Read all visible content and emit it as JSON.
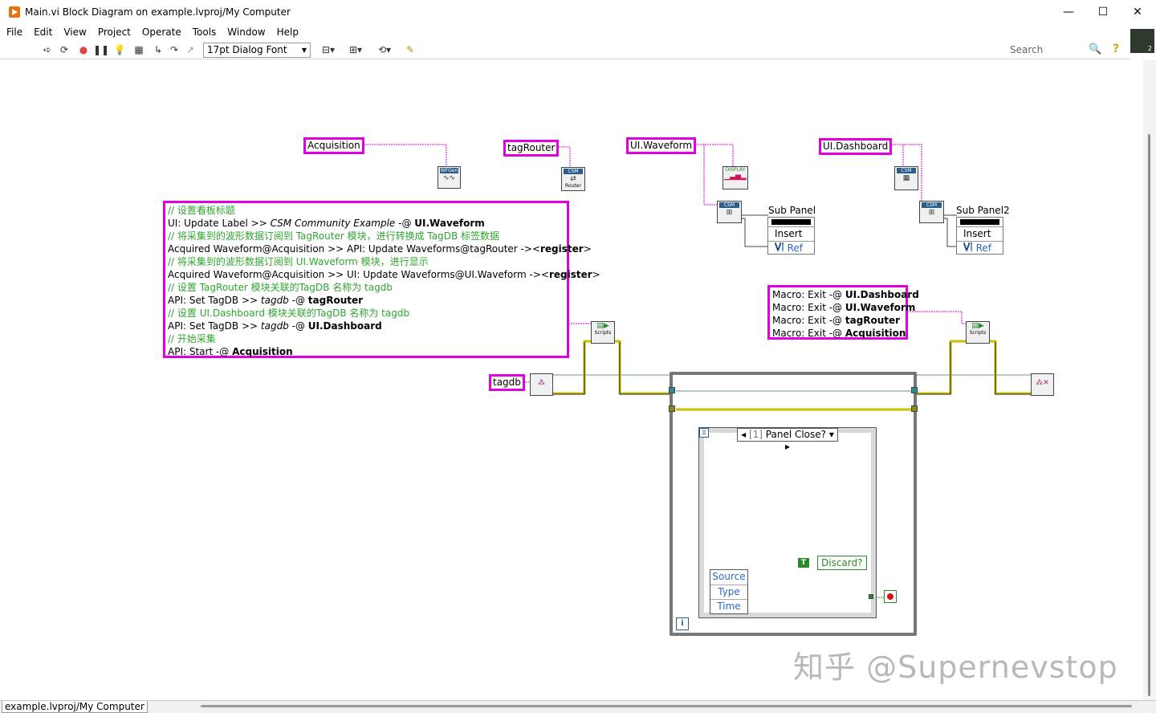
{
  "window": {
    "title": "Main.vi Block Diagram on example.lvproj/My Computer",
    "minimize": "—",
    "maximize": "☐",
    "close": "✕"
  },
  "menu": [
    "File",
    "Edit",
    "View",
    "Project",
    "Operate",
    "Tools",
    "Window",
    "Help"
  ],
  "toolbar": {
    "font": "17pt Dialog Font",
    "search_placeholder": "Search"
  },
  "diagram": {
    "labels": {
      "acquisition": "Acquisition",
      "tag_router": "tagRouter",
      "ui_waveform": "UI.Waveform",
      "ui_dashboard": "UI.Dashboard",
      "tagdb": "tagdb"
    },
    "nodes": {
      "wfgen": "WFGen",
      "csm": "CSM",
      "router": "Router",
      "display": "DISPLAY",
      "scripts": "Scripts"
    },
    "sub_panel_1": {
      "title": "Sub Panel",
      "row1": "Insert VI",
      "row2": "VI Ref"
    },
    "sub_panel_2": {
      "title": "Sub Panel2",
      "row1": "Insert VI",
      "row2": "VI Ref"
    },
    "script_comment": [
      {
        "type": "comment",
        "text": "// 设置看板标题"
      },
      {
        "type": "cmd",
        "a": "UI: Update Label >> ",
        "b": "CSM Community Example",
        "c": " -@ ",
        "d": "UI.Waveform"
      },
      {
        "type": "comment",
        "text": "// 将采集到的波形数据订阅到 TagRouter 模块，进行转换成 TagDB 标签数据"
      },
      {
        "type": "cmd",
        "a": "Acquired Waveform@Acquisition >> API: Update Waveforms@tagRouter -><",
        "b": "",
        "c": "",
        "d": "register",
        "e": ">"
      },
      {
        "type": "comment",
        "text": "// 将采集到的波形数据订阅到 UI.Waveform 模块，进行显示"
      },
      {
        "type": "cmd",
        "a": "Acquired Waveform@Acquisition >>  UI: Update Waveforms@UI.Waveform -><",
        "b": "",
        "c": "",
        "d": "register",
        "e": ">"
      },
      {
        "type": "comment",
        "text": "// 设置 TagRouter 模块关联的TagDB 名称为 tagdb"
      },
      {
        "type": "cmd",
        "a": "API: Set TagDB >> ",
        "b": "tagdb",
        "c": " -@ ",
        "d": "tagRouter"
      },
      {
        "type": "comment",
        "text": "// 设置 UI.Dashboard 模块关联的TagDB 名称为 tagdb"
      },
      {
        "type": "cmd",
        "a": "API: Set TagDB >> ",
        "b": "tagdb",
        "c": " -@ ",
        "d": "UI.Dashboard"
      },
      {
        "type": "comment",
        "text": "// 开始采集"
      },
      {
        "type": "cmd",
        "a": "API: Start -@ ",
        "b": "",
        "c": "",
        "d": "Acquisition"
      }
    ],
    "exit_comment": [
      {
        "a": "Macro: Exit -@ ",
        "d": "UI.Dashboard"
      },
      {
        "a": "Macro: Exit -@ ",
        "d": "UI.Waveform"
      },
      {
        "a": "Macro: Exit -@ ",
        "d": "tagRouter"
      },
      {
        "a": "Macro: Exit -@ ",
        "d": "Acquisition"
      }
    ],
    "event_case": {
      "selector": "Panel Close?",
      "case_index": "[1]",
      "event_data": [
        "Source",
        "Type",
        "Time"
      ],
      "discard": "Discard?",
      "bool_const": "T",
      "timeout": "⧖",
      "loop_i": "i"
    }
  },
  "status": {
    "path": "example.lvproj/My Computer"
  },
  "watermark": "知乎 @Supernevstop",
  "colors": {
    "label_border": "#e000e0",
    "comment_text": "#2fa52f",
    "wire_cluster": "#6a9a9a",
    "wire_string": "#c8c000"
  }
}
